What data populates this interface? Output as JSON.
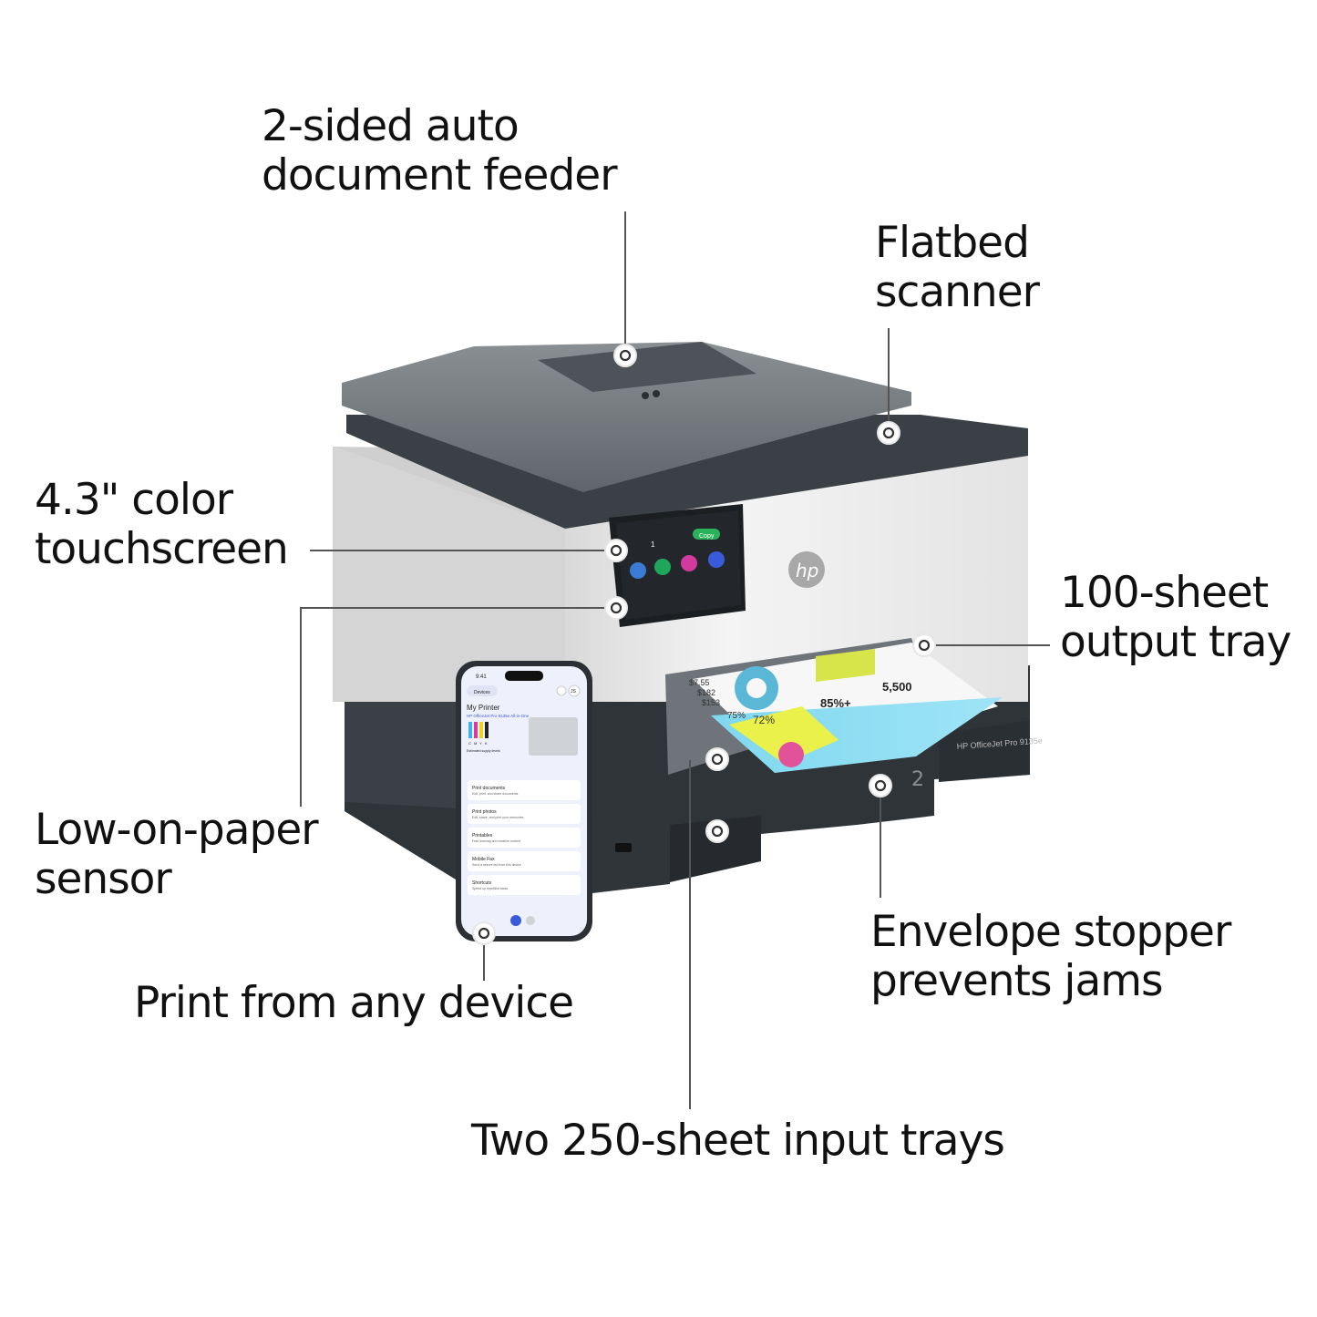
{
  "callouts": {
    "adf": {
      "line1": "2-sided auto",
      "line2": "document feeder"
    },
    "flatbed": {
      "line1": "Flatbed",
      "line2": "scanner"
    },
    "touchscreen": {
      "line1": "4.3\" color",
      "line2": "touchscreen"
    },
    "output_tray": {
      "line1": "100-sheet",
      "line2": "output tray"
    },
    "paper_sensor": {
      "line1": "Low-on-paper",
      "line2": "sensor"
    },
    "any_device": {
      "line1": "Print from any device"
    },
    "envelope": {
      "line1": "Envelope stopper",
      "line2": "prevents jams"
    },
    "input_trays": {
      "line1": "Two 250-sheet input trays"
    }
  },
  "printer": {
    "model_badge": "HP OfficeJet Pro 9135e",
    "logo": "hp",
    "tray_number": "2",
    "screen": {
      "counter": "1",
      "copy_button": "Copy",
      "icons": [
        "Menu",
        "Copy",
        "Scan",
        "Print"
      ]
    },
    "printout": {
      "values": [
        "$7.55",
        "$182",
        "$153",
        "75%",
        "72%",
        "85%+",
        "5,500"
      ]
    }
  },
  "phone": {
    "time": "9:41",
    "back_label": "Devices",
    "user_initials": "JS",
    "heading": "My Printer",
    "printer_name": "HP OfficeJet Pro 9135e All-in-One",
    "ink_letters": [
      "C",
      "M",
      "Y",
      "K"
    ],
    "ink_caption": "Estimated supply levels",
    "menu": [
      {
        "title": "Print documents",
        "subtitle": "Edit, print, and share documents"
      },
      {
        "title": "Print photos",
        "subtitle": "Edit, share, and print your memories"
      },
      {
        "title": "Printables",
        "subtitle": "Free learning and creative content"
      },
      {
        "title": "Mobile Fax",
        "subtitle": "Send a secure fax from this device"
      },
      {
        "title": "Shortcuts",
        "subtitle": "Speed up repetitive tasks"
      }
    ]
  },
  "colors": {
    "printer_body": "#e9e9e9",
    "printer_dark": "#3c4247",
    "phone_bg": "#eef0fb",
    "accent": "#3a5bd9"
  }
}
